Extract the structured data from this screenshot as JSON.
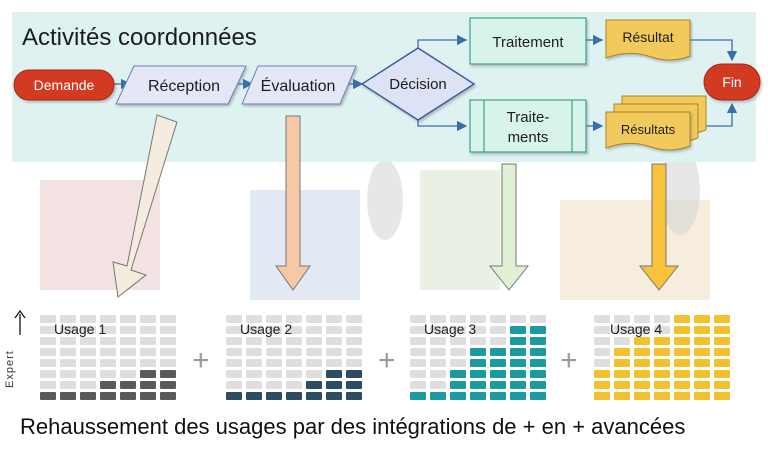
{
  "title": "Activités coordonnées",
  "nodes": {
    "demande": "Demande",
    "reception": "Réception",
    "evaluation": "Évaluation",
    "decision": "Décision",
    "traitement": "Traitement",
    "traitements_line1": "Traite-",
    "traitements_line2": "ments",
    "resultat": "Résultat",
    "resultats": "Résultats",
    "fin": "Fin"
  },
  "axis_label": "Expert",
  "plus_sign": "+",
  "usages": [
    {
      "label": "Usage 1",
      "color": "#5a5a5a",
      "levels": [
        1,
        1,
        1,
        2,
        2,
        3,
        3
      ]
    },
    {
      "label": "Usage 2",
      "color": "#2b4c62",
      "levels": [
        1,
        1,
        1,
        1,
        2,
        3,
        3
      ]
    },
    {
      "label": "Usage 3",
      "color": "#1b9aa0",
      "levels": [
        1,
        1,
        3,
        5,
        5,
        7,
        7
      ]
    },
    {
      "label": "Usage 4",
      "color": "#f4c12e",
      "levels": [
        3,
        5,
        6,
        6,
        8,
        8,
        8
      ]
    }
  ],
  "grid_rows": 8,
  "colors": {
    "panel": "#dff2f2",
    "demande": "#d23a22",
    "parallelogram": "#e4e7f6",
    "decision": "#dde3f4",
    "process": "#d8f3ea",
    "document": "#f2c95b",
    "inactive_cell": "#dedede"
  },
  "caption": "Rehaussement des usages par des intégrations de + en + avancées"
}
